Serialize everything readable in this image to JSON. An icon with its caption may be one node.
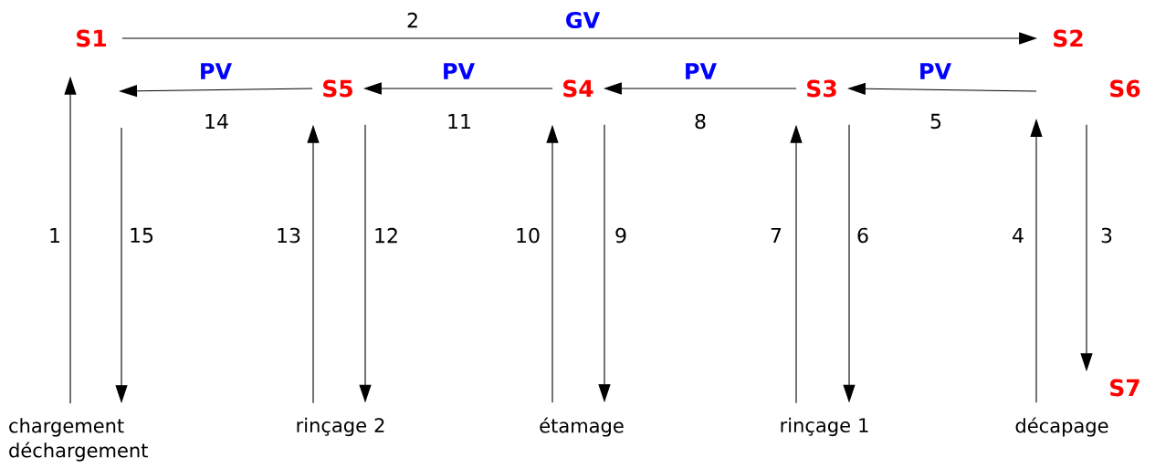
{
  "diagram": {
    "nodes": [
      {
        "text": [
          "S1"
        ]
      },
      {
        "text": [
          "S2"
        ]
      },
      {
        "text": [
          "S5"
        ]
      },
      {
        "text": [
          "S4"
        ]
      },
      {
        "text": [
          "S3"
        ]
      },
      {
        "text": [
          "S6"
        ]
      },
      {
        "text": [
          "S7"
        ]
      },
      {
        "text": [
          "chargement déchargement"
        ]
      },
      {
        "text": [
          "rinçage 2"
        ]
      },
      {
        "text": [
          "étamage"
        ]
      },
      {
        "text": [
          "rinçage 1"
        ]
      },
      {
        "text": [
          "décapage"
        ]
      }
    ],
    "edges": [
      {
        "from": 7,
        "to": 0,
        "arrow": "to",
        "label": "1"
      },
      {
        "from": 0,
        "to": 1,
        "arrow": "to",
        "label": "2"
      },
      {
        "from": 5,
        "to": 6,
        "arrow": "to",
        "label": "3"
      },
      {
        "from": 11,
        "to": null,
        "arrow": "to",
        "label": "4"
      },
      {
        "from": null,
        "to": 4,
        "arrow": "to",
        "label": "5"
      },
      {
        "from": 4,
        "to": 10,
        "arrow": "to",
        "label": "6"
      },
      {
        "from": 10,
        "to": 4,
        "arrow": "to",
        "label": "7"
      },
      {
        "from": 4,
        "to": 3,
        "arrow": "to",
        "label": "8"
      },
      {
        "from": 3,
        "to": 9,
        "arrow": "to",
        "label": "9"
      },
      {
        "from": 9,
        "to": 3,
        "arrow": "to",
        "label": "10"
      },
      {
        "from": 3,
        "to": 2,
        "arrow": "to",
        "label": "11"
      },
      {
        "from": 2,
        "to": 8,
        "arrow": "to",
        "label": "12"
      },
      {
        "from": 8,
        "to": 2,
        "arrow": "to",
        "label": "13"
      },
      {
        "from": 2,
        "to": null,
        "arrow": "to",
        "label": "14"
      },
      {
        "from": null,
        "to": 7,
        "arrow": "to",
        "label": "15"
      }
    ],
    "labels": [
      "GV",
      "PV",
      "PV",
      "PV",
      "PV"
    ]
  }
}
